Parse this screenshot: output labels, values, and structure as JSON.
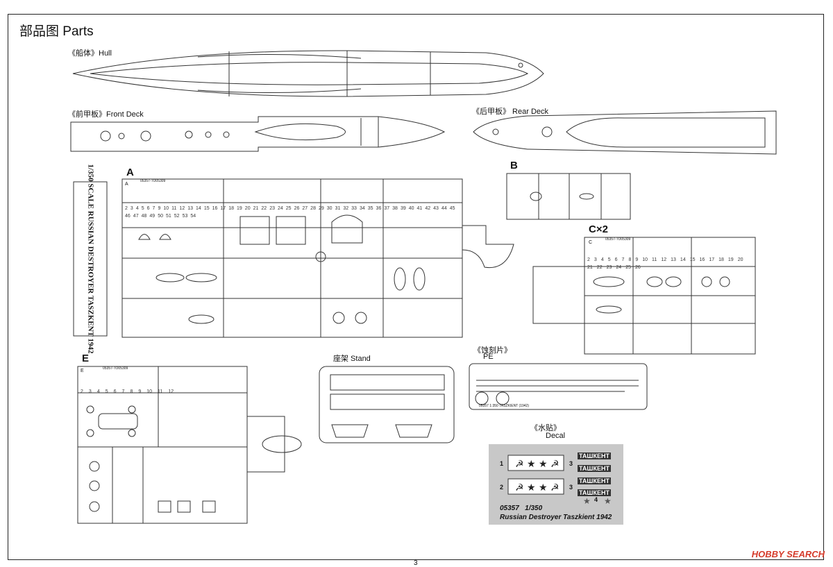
{
  "title": "部品图 Parts",
  "hull_label": "《船体》Hull",
  "front_deck_label": "《前甲板》Front  Deck",
  "rear_deck_label": "《后甲板》 Rear Deck",
  "sprue_a": {
    "label": "A",
    "code": "05357-TO05309",
    "box": "A",
    "side_text": "1/350 SCALE RUSSIAN DESTROYER",
    "side_text2": "TASZKENT",
    "side_year": "1942"
  },
  "sprue_b": {
    "label": "B"
  },
  "sprue_c": {
    "label": "C×2",
    "box": "C",
    "code": "05357-TO05309"
  },
  "sprue_e": {
    "label": "E",
    "box": "E",
    "code": "05357-TO05309"
  },
  "stand_label": "座架 Stand",
  "pe": {
    "label_cn": "《蚀刻片》",
    "label": "PE",
    "footer": "05357   1:350   TASZKIENT   (1942)"
  },
  "decal": {
    "label_cn": "《水贴》",
    "label": "Decal",
    "name_text": "ТАШКЕНТ",
    "num1": "1",
    "num2": "2",
    "num3a": "3",
    "num3b": "3",
    "num4": "4",
    "code": "05357",
    "scale": "1/350",
    "subtitle": "Russian Destroyer Taszkient 1942"
  },
  "watermark": "HOBBY SEARCH",
  "page_number": "3",
  "part_numbers_a": [
    "2",
    "3",
    "4",
    "5",
    "6",
    "7",
    "9",
    "10",
    "11",
    "12",
    "13",
    "14",
    "15",
    "16",
    "17",
    "18",
    "19",
    "20",
    "21",
    "22",
    "23",
    "24",
    "25",
    "26",
    "27",
    "28",
    "29",
    "30",
    "31",
    "32",
    "33",
    "34",
    "35",
    "36",
    "37",
    "38",
    "39",
    "40",
    "41",
    "42",
    "43",
    "44",
    "45",
    "46",
    "47",
    "48",
    "49",
    "50",
    "51",
    "52",
    "53",
    "54"
  ],
  "part_numbers_c": [
    "2",
    "3",
    "4",
    "5",
    "6",
    "7",
    "8",
    "9",
    "10",
    "11",
    "12",
    "13",
    "14",
    "15",
    "16",
    "17",
    "18",
    "19",
    "20",
    "21",
    "22",
    "23",
    "24",
    "25",
    "26"
  ],
  "part_numbers_e": [
    "2",
    "3",
    "4",
    "5",
    "6",
    "7",
    "8",
    "9",
    "10",
    "11",
    "12"
  ]
}
